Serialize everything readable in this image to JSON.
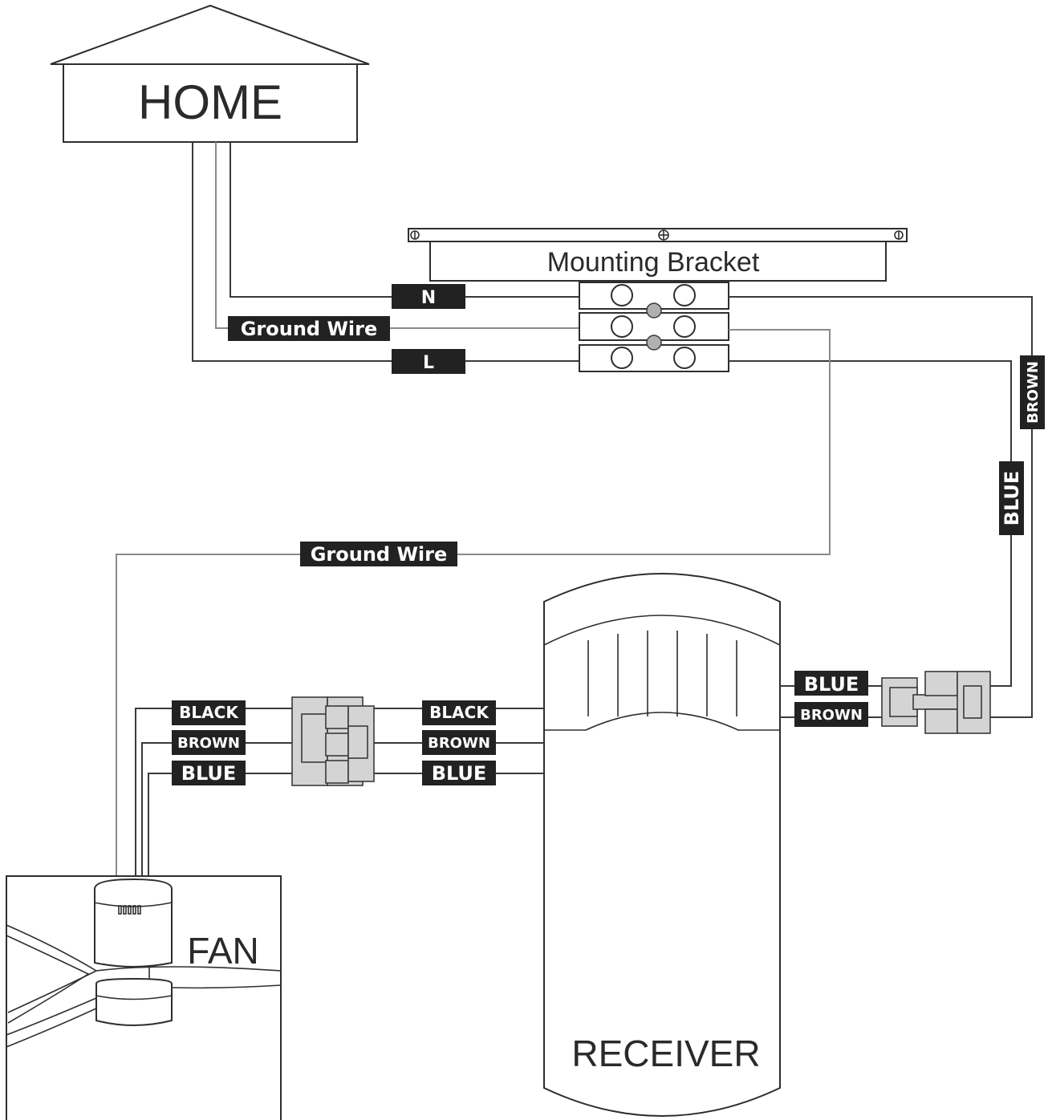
{
  "home": {
    "label": "HOME"
  },
  "bracket": {
    "label": "Mounting Bracket"
  },
  "fan": {
    "label": "FAN"
  },
  "receiver": {
    "label": "RECEIVER"
  },
  "wire_labels": {
    "neutral": "N",
    "live": "L",
    "ground_top": "Ground Wire",
    "ground_bottom": "Ground Wire",
    "receiver_in_blue": "BLUE",
    "receiver_in_brown": "BROWN",
    "vertical_brown": "BROWN",
    "vertical_blue": "BLUE",
    "fan_black": "BLACK",
    "fan_brown": "BROWN",
    "fan_blue": "BLUE",
    "receiver_black": "BLACK",
    "receiver_brown": "BROWN",
    "receiver_blue": "BLUE"
  },
  "colors": {
    "tag_background": "#222222",
    "line": "#3a3a3a",
    "ground_line": "#8a8a8a",
    "connector_fill": "#d4d4d4"
  }
}
